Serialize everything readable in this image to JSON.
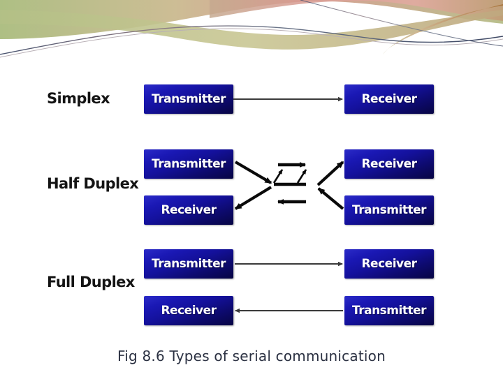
{
  "slide": {
    "background_color": "#ffffff",
    "panel_color": "#ffffff",
    "caption": "Fig  8.6 Types of serial communication",
    "caption_color": "#2b3142"
  },
  "decoration": {
    "name": "header-swoosh-decoration",
    "colors": {
      "green": "#b5c08a",
      "olive": "#c8c68f",
      "rose": "#d99a93",
      "salmon": "#cf9a8a",
      "tan": "#c09a72",
      "pink": "#e0aaa4",
      "line_navy": "#3b4a6b",
      "line_mauve": "#9b7f86"
    }
  },
  "diagram": {
    "title": "Types of serial communication",
    "node_colors": {
      "fill_light": "#2b2bc8",
      "fill_dark": "#070543",
      "text": "#ffffff"
    },
    "arrow_color_thick": "#000000",
    "arrow_color_thin": "#3a3a3a",
    "rows": [
      {
        "id": "simplex",
        "label": "Simplex",
        "nodes": [
          {
            "id": "simplex-transmitter",
            "label": "Transmitter",
            "side": "left"
          },
          {
            "id": "simplex-receiver",
            "label": "Receiver",
            "side": "right"
          }
        ],
        "connections": [
          {
            "id": "simplex-arrow",
            "from": "simplex-transmitter",
            "to": "simplex-receiver",
            "direction": "right",
            "style": "thin"
          }
        ]
      },
      {
        "id": "half-duplex",
        "label": "Half Duplex",
        "nodes": [
          {
            "id": "half-duplex-transmitter-left",
            "label": "Transmitter",
            "side": "left"
          },
          {
            "id": "half-duplex-receiver-left",
            "label": "Receiver",
            "side": "left"
          },
          {
            "id": "half-duplex-receiver-right",
            "label": "Receiver",
            "side": "right"
          },
          {
            "id": "half-duplex-transmitter-right",
            "label": "Transmitter",
            "side": "right"
          }
        ],
        "connections": [
          {
            "id": "half-duplex-arrow-tl-hub",
            "from": "half-duplex-transmitter-left",
            "to": "hub",
            "direction": "down-right",
            "style": "thick"
          },
          {
            "id": "half-duplex-arrow-hub-rl",
            "from": "hub",
            "to": "half-duplex-receiver-left",
            "direction": "down-left",
            "style": "thick"
          },
          {
            "id": "half-duplex-arrow-hub-rr",
            "from": "hub",
            "to": "half-duplex-receiver-right",
            "direction": "up-right",
            "style": "thick"
          },
          {
            "id": "half-duplex-arrow-tr-hub",
            "from": "half-duplex-transmitter-right",
            "to": "hub",
            "direction": "up-left",
            "style": "thick"
          }
        ],
        "hub_symbol": {
          "id": "half-duplex-switch-symbol",
          "description": "bidirectional switch: top arrow right, bottom arrow left, two diagonal up-right arrows"
        }
      },
      {
        "id": "full-duplex",
        "label": "Full Duplex",
        "nodes": [
          {
            "id": "full-duplex-transmitter-left",
            "label": "Transmitter",
            "side": "left"
          },
          {
            "id": "full-duplex-receiver-left",
            "label": "Receiver",
            "side": "left"
          },
          {
            "id": "full-duplex-receiver-right",
            "label": "Receiver",
            "side": "right"
          },
          {
            "id": "full-duplex-transmitter-right",
            "label": "Transmitter",
            "side": "right"
          }
        ],
        "connections": [
          {
            "id": "full-duplex-arrow-forward",
            "from": "full-duplex-transmitter-left",
            "to": "full-duplex-receiver-right",
            "direction": "right",
            "style": "thin"
          },
          {
            "id": "full-duplex-arrow-reverse",
            "from": "full-duplex-transmitter-right",
            "to": "full-duplex-receiver-left",
            "direction": "left",
            "style": "thin"
          }
        ]
      }
    ]
  }
}
